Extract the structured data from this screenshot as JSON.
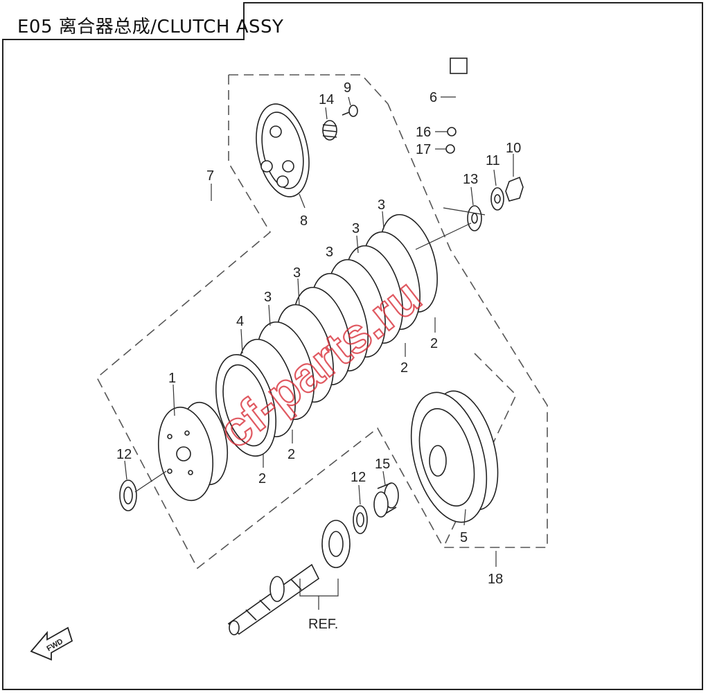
{
  "title": "E05 离合器总成/CLUTCH ASSY",
  "watermark": "cf-parts.ru",
  "fwd_label": "FWD",
  "ref_label": "REF.",
  "callouts": {
    "c1": "1",
    "c2a": "2",
    "c2b": "2",
    "c2c": "2",
    "c2d": "2",
    "c3a": "3",
    "c3b": "3",
    "c3c": "3",
    "c3d": "3",
    "c3e": "3",
    "c4": "4",
    "c5": "5",
    "c6": "6",
    "c7": "7",
    "c8": "8",
    "c9": "9",
    "c10": "10",
    "c11": "11",
    "c12a": "12",
    "c12b": "12",
    "c13": "13",
    "c14": "14",
    "c15": "15",
    "c16": "16",
    "c17": "17",
    "c18": "18"
  },
  "colors": {
    "line": "#222222",
    "watermark": "#d9303a",
    "background": "#ffffff"
  }
}
